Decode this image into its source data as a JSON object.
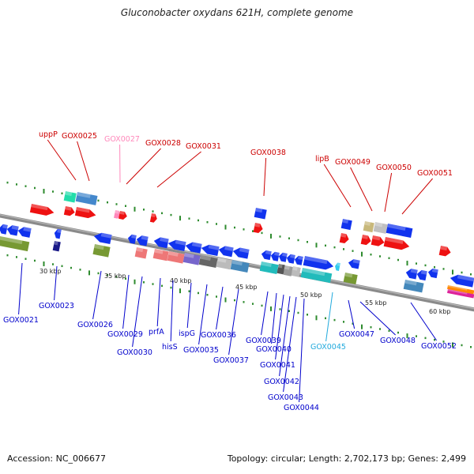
{
  "title": "Gluconobacter oxydans 621H, complete genome",
  "footer": {
    "accession": "Accession: NC_006677",
    "summary": "Topology: circular; Length: 2,702,173 bp; Genes: 2,499"
  },
  "colors": {
    "backbone": "#888888",
    "tick": "#2e8b2e",
    "label_top": "#cc0000",
    "label_bottom": "#0000cc",
    "label_pink": "#ff88bb",
    "label_cyan": "#22aadd"
  },
  "scale_labels": [
    "30 kbp",
    "35 kbp",
    "40 kbp",
    "45 kbp",
    "50 kbp",
    "55 kbp",
    "60 kbp"
  ],
  "top_labels": [
    {
      "text": "uppP"
    },
    {
      "text": "GOX0025"
    },
    {
      "text": "GOX0027"
    },
    {
      "text": "GOX0028"
    },
    {
      "text": "GOX0031"
    },
    {
      "text": "GOX0038"
    },
    {
      "text": "lipB"
    },
    {
      "text": "GOX0049"
    },
    {
      "text": "GOX0050"
    },
    {
      "text": "GOX0051"
    }
  ],
  "bottom_labels": [
    {
      "text": "GOX0021"
    },
    {
      "text": "GOX0023"
    },
    {
      "text": "GOX0026"
    },
    {
      "text": "GOX0029"
    },
    {
      "text": "GOX0030"
    },
    {
      "text": "prfA"
    },
    {
      "text": "hisS"
    },
    {
      "text": "ispG"
    },
    {
      "text": "GOX0035"
    },
    {
      "text": "GOX0036"
    },
    {
      "text": "GOX0037"
    },
    {
      "text": "GOX0039"
    },
    {
      "text": "GOX0040"
    },
    {
      "text": "GOX0041"
    },
    {
      "text": "GOX0042"
    },
    {
      "text": "GOX0043"
    },
    {
      "text": "GOX0044"
    },
    {
      "text": "GOX0045"
    },
    {
      "text": "GOX0047"
    },
    {
      "text": "GOX0048"
    },
    {
      "text": "GOX0052"
    }
  ]
}
